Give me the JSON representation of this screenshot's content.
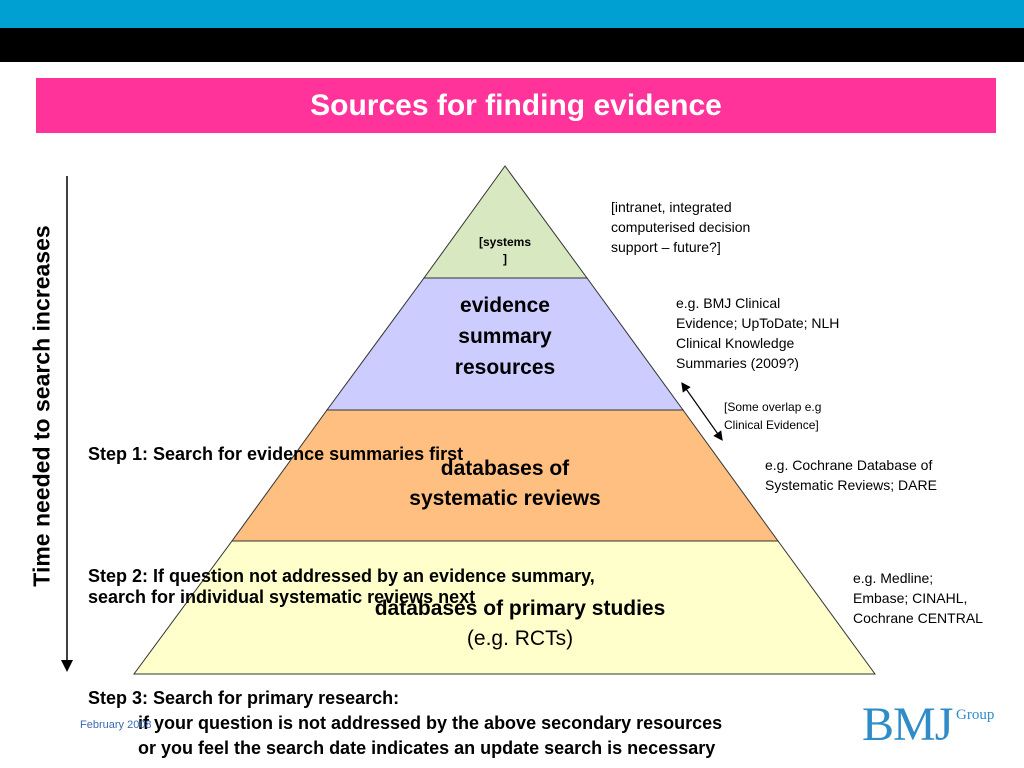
{
  "colors": {
    "top_band": "#00a0d2",
    "black_band": "#000000",
    "title_bg": "#ff3399",
    "level_top": "#d8e8c0",
    "level_2": "#ccccff",
    "level_3": "#ffbf80",
    "level_4": "#ffffcc",
    "logo": "#2f8cc8",
    "footer": "#3a6ab0"
  },
  "title": "Sources for finding evidence",
  "vertical_label": "Time needed to search increases",
  "pyramid": {
    "top": [
      "[systems",
      "]"
    ],
    "level2": [
      "evidence",
      "summary",
      "resources"
    ],
    "level3": [
      "databases of",
      "systematic reviews"
    ],
    "level4": [
      "databases of primary studies",
      "(e.g. RCTs)"
    ]
  },
  "notes": {
    "systems": [
      "[intranet, integrated",
      "computerised decision",
      "support – future?]"
    ],
    "summaries": [
      "e.g. BMJ Clinical",
      "Evidence; UpToDate; NLH",
      "Clinical Knowledge",
      "Summaries (2009?)"
    ],
    "overlap": [
      "[Some overlap e.g",
      "Clinical Evidence]"
    ],
    "reviews": [
      "e.g. Cochrane Database of",
      "Systematic Reviews; DARE"
    ],
    "primary": [
      "e.g. Medline;",
      "Embase; CINAHL,",
      "Cochrane CENTRAL"
    ]
  },
  "steps": {
    "step1": "Step 1: Search for evidence summaries first",
    "step2": [
      "Step 2: If question not addressed by an evidence summary,",
      "search for individual systematic reviews next"
    ],
    "step3": [
      "Step 3: Search for primary research:",
      "if your question is not addressed by the above secondary resources",
      "or you feel the search date indicates an update search is necessary"
    ]
  },
  "footer": {
    "date": "February 2008",
    "logo_main": "BMJ",
    "logo_sub": "Group"
  }
}
